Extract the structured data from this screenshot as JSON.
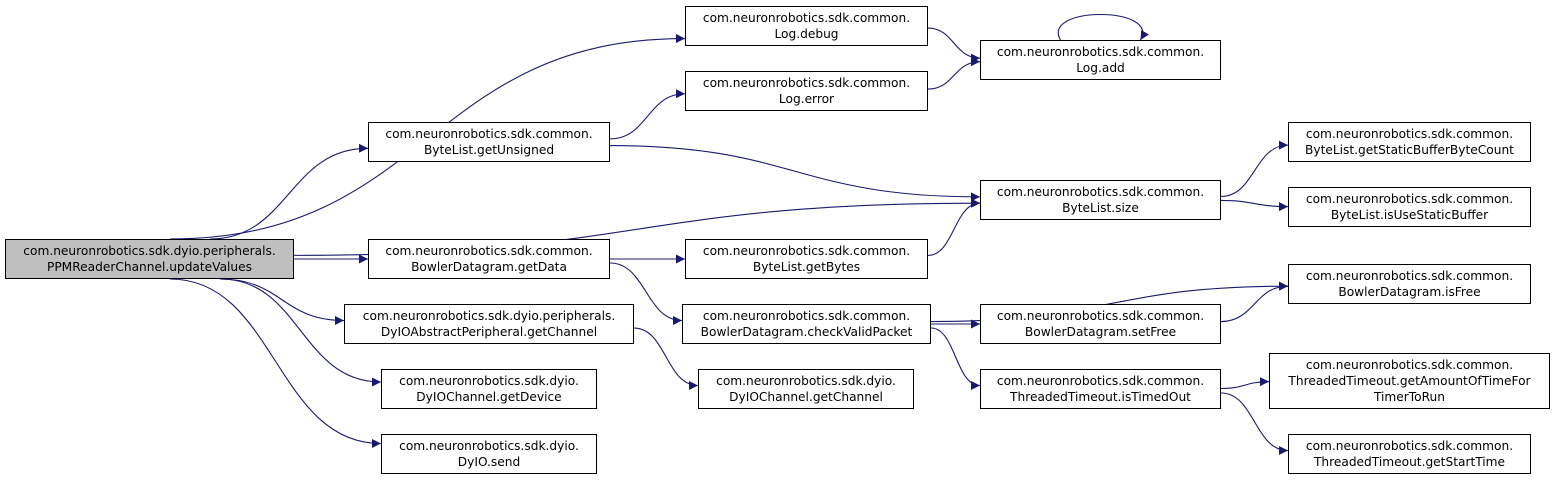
{
  "colors": {
    "edge": "#191970",
    "root_fill": "#bfbfbf",
    "node_fill": "#ffffff",
    "border": "#000000"
  },
  "nodes": {
    "root": {
      "line1": "com.neuronrobotics.sdk.dyio.peripherals.",
      "line2": "PPMReaderChannel.updateValues"
    },
    "log_debug": {
      "line1": "com.neuronrobotics.sdk.common.",
      "line2": "Log.debug"
    },
    "log_add": {
      "line1": "com.neuronrobotics.sdk.common.",
      "line2": "Log.add"
    },
    "log_error": {
      "line1": "com.neuronrobotics.sdk.common.",
      "line2": "Log.error"
    },
    "getunsigned": {
      "line1": "com.neuronrobotics.sdk.common.",
      "line2": "ByteList.getUnsigned"
    },
    "bl_size": {
      "line1": "com.neuronrobotics.sdk.common.",
      "line2": "ByteList.size"
    },
    "bl_gsbbc": {
      "line1": "com.neuronrobotics.sdk.common.",
      "line2": "ByteList.getStaticBufferByteCount"
    },
    "bl_isusb": {
      "line1": "com.neuronrobotics.sdk.common.",
      "line2": "ByteList.isUseStaticBuffer"
    },
    "bd_getdata": {
      "line1": "com.neuronrobotics.sdk.common.",
      "line2": "BowlerDatagram.getData"
    },
    "bl_getbytes": {
      "line1": "com.neuronrobotics.sdk.common.",
      "line2": "ByteList.getBytes"
    },
    "bd_isfree": {
      "line1": "com.neuronrobotics.sdk.common.",
      "line2": "BowlerDatagram.isFree"
    },
    "dap_getch": {
      "line1": "com.neuronrobotics.sdk.dyio.peripherals.",
      "line2": "DyIOAbstractPeripheral.getChannel"
    },
    "bd_cvp": {
      "line1": "com.neuronrobotics.sdk.common.",
      "line2": "BowlerDatagram.checkValidPacket"
    },
    "bd_setfree": {
      "line1": "com.neuronrobotics.sdk.common.",
      "line2": "BowlerDatagram.setFree"
    },
    "tt_gaot": {
      "line1": "com.neuronrobotics.sdk.common.",
      "line2": "ThreadedTimeout.getAmountOfTimeFor",
      "line3": "TimerToRun"
    },
    "dc_getdev": {
      "line1": "com.neuronrobotics.sdk.dyio.",
      "line2": "DyIOChannel.getDevice"
    },
    "dc_getch": {
      "line1": "com.neuronrobotics.sdk.dyio.",
      "line2": "DyIOChannel.getChannel"
    },
    "tt_ito": {
      "line1": "com.neuronrobotics.sdk.common.",
      "line2": "ThreadedTimeout.isTimedOut"
    },
    "tt_gst": {
      "line1": "com.neuronrobotics.sdk.common.",
      "line2": "ThreadedTimeout.getStartTime"
    },
    "dyio_send": {
      "line1": "com.neuronrobotics.sdk.dyio.",
      "line2": "DyIO.send"
    }
  },
  "edges": [
    [
      "root",
      "log_debug"
    ],
    [
      "root",
      "getunsigned"
    ],
    [
      "root",
      "bl_size"
    ],
    [
      "root",
      "bd_getdata"
    ],
    [
      "root",
      "dap_getch"
    ],
    [
      "root",
      "dc_getdev"
    ],
    [
      "root",
      "dyio_send"
    ],
    [
      "log_debug",
      "log_add"
    ],
    [
      "log_add",
      "log_add"
    ],
    [
      "log_error",
      "log_add"
    ],
    [
      "getunsigned",
      "log_error"
    ],
    [
      "getunsigned",
      "bl_size"
    ],
    [
      "bl_size",
      "bl_gsbbc"
    ],
    [
      "bl_size",
      "bl_isusb"
    ],
    [
      "bd_getdata",
      "bl_getbytes"
    ],
    [
      "bd_getdata",
      "bd_cvp"
    ],
    [
      "bl_getbytes",
      "bl_size"
    ],
    [
      "bd_cvp",
      "bd_isfree"
    ],
    [
      "bd_cvp",
      "bd_setfree"
    ],
    [
      "bd_cvp",
      "tt_ito"
    ],
    [
      "bd_setfree",
      "bd_isfree"
    ],
    [
      "dap_getch",
      "dc_getch"
    ],
    [
      "tt_ito",
      "tt_gaot"
    ],
    [
      "tt_ito",
      "tt_gst"
    ]
  ]
}
